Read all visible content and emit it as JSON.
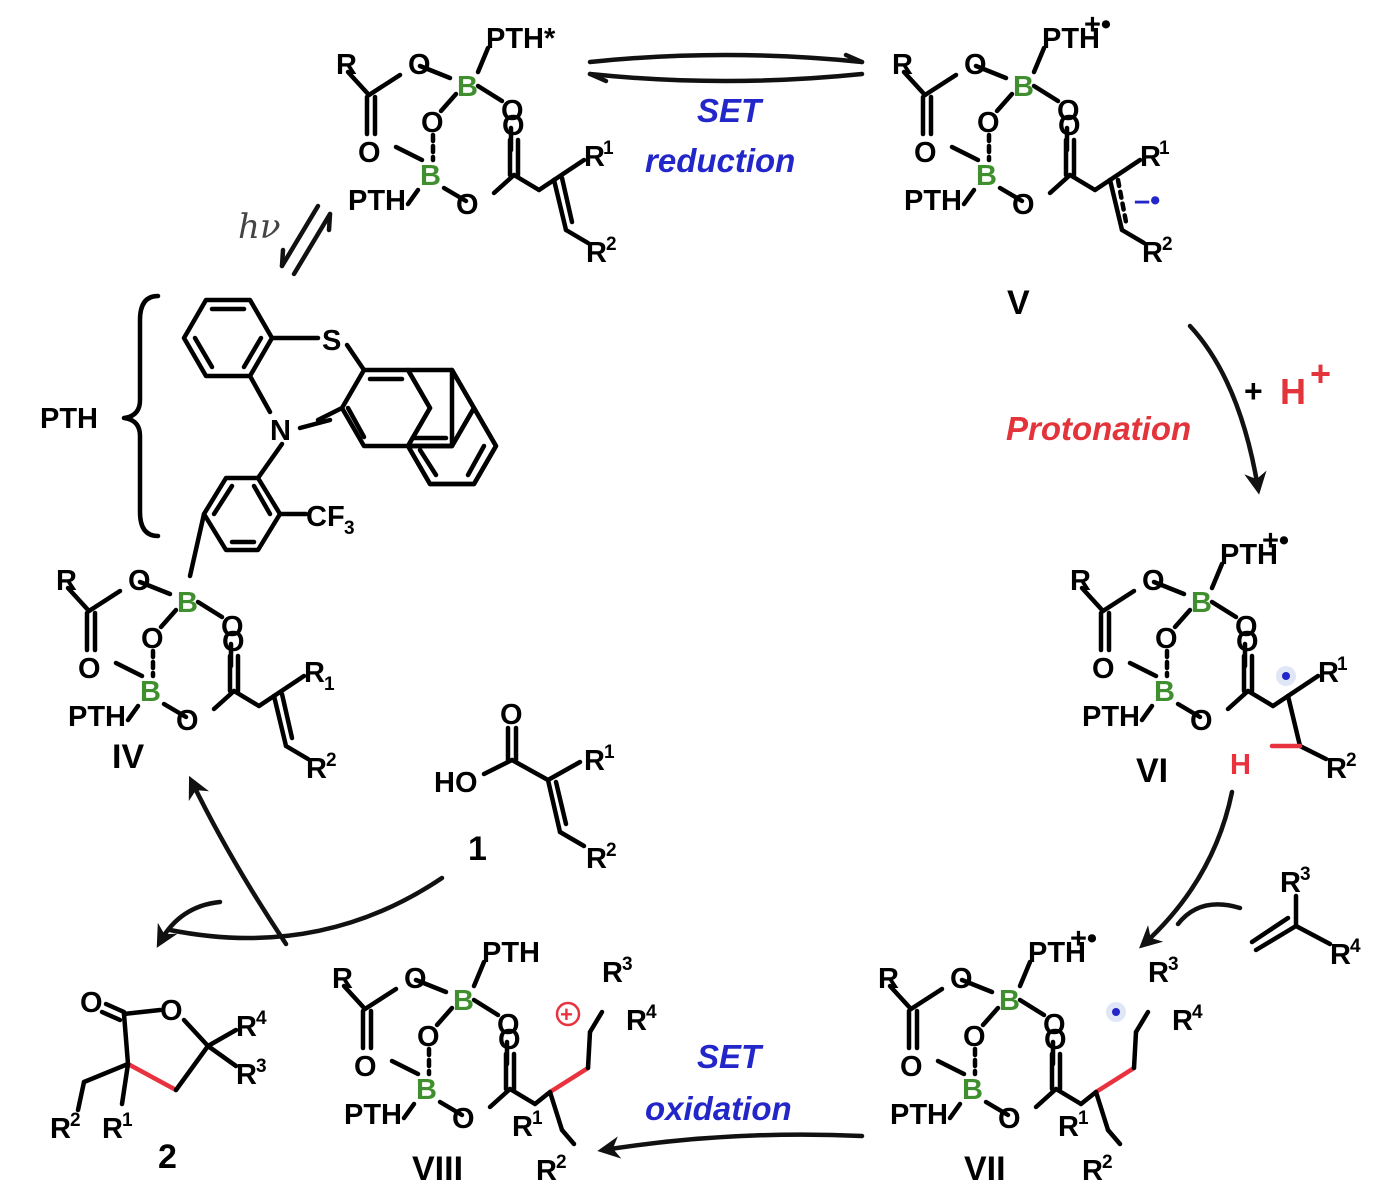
{
  "labels": {
    "pth": "PTH",
    "pth_star": "PTH*",
    "pth_radical_cation": "+•",
    "boron": "B",
    "oxygen": "O",
    "sulfur": "S",
    "nitrogen": "N",
    "cf3": "CF",
    "cf3_sub": "3",
    "ho": "HO",
    "h": "H",
    "r": "R",
    "r1_text": "R",
    "r1_sub": "1",
    "sup1": "1",
    "sup2": "2",
    "sup3": "3",
    "sup4": "4",
    "anion_radical": "–•",
    "cation": "+",
    "radical_dot": "•"
  },
  "steps": {
    "set_reduction_line1": "SET",
    "set_reduction_line2": "reduction",
    "protonation": "Protonation",
    "proton_plus": "+",
    "proton": "H",
    "proton_charge": "+",
    "set_oxidation_line1": "SET",
    "set_oxidation_line2": "oxidation",
    "hv": "hν"
  },
  "compounds": {
    "iv": "IV",
    "v": "V",
    "vi": "VI",
    "vii": "VII",
    "viii": "VIII",
    "c1": "1",
    "c2": "2"
  },
  "colors": {
    "boron": "#3f8f2f",
    "set_blue": "#2326c9",
    "protonation_red": "#e3333b",
    "new_bond_red": "#e8333f"
  }
}
